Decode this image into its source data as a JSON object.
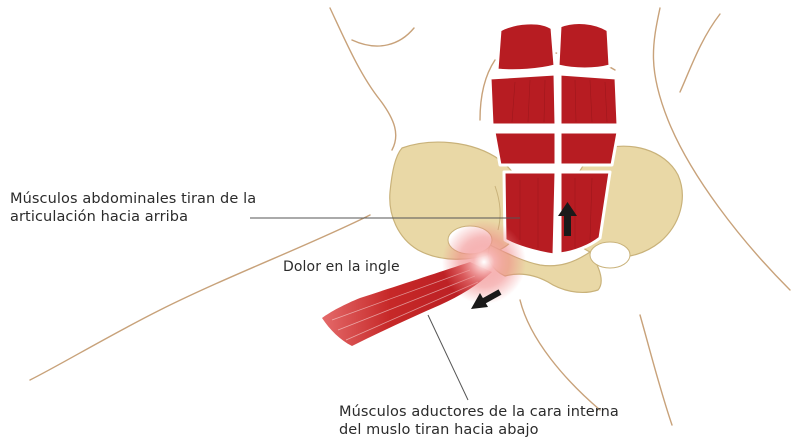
{
  "labels": {
    "abdominals_line1": "Músculos abdominales tiran de la",
    "abdominals_line2": "articulación hacia arriba",
    "groin_pain": "Dolor en la ingle",
    "adductors_line1": "Músculos aductores de la cara interna",
    "adductors_line2": "del muslo tiran hacia abajo"
  },
  "colors": {
    "muscle": "#b71c22",
    "muscle_dark": "#8e1418",
    "bone": "#e9d8a6",
    "bone_outline": "#c9b27a",
    "outline": "#c8a27a",
    "pain": "#f4a0a0",
    "arrow": "#1a1a1a",
    "leader": "#555555"
  }
}
